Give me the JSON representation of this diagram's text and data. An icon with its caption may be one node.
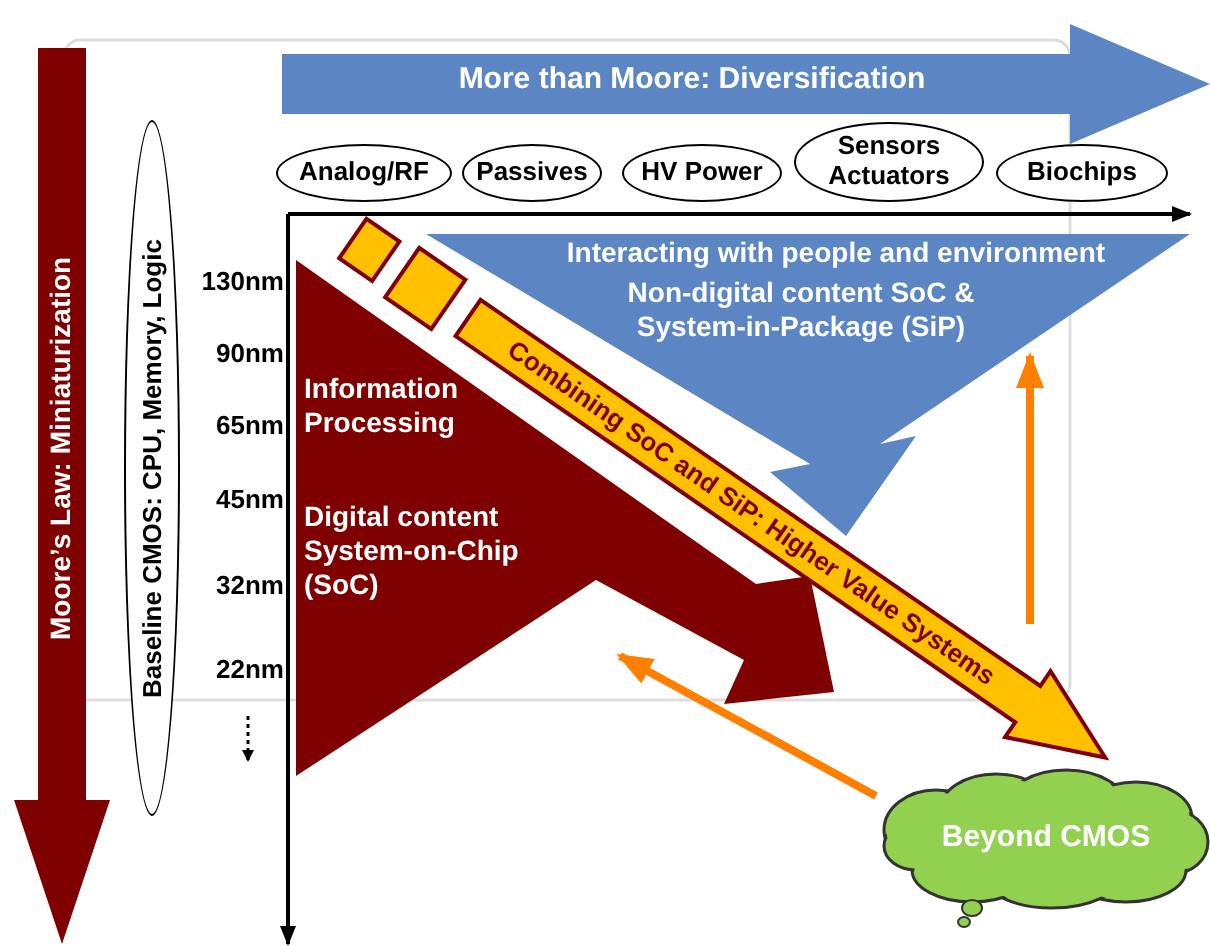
{
  "diagram": {
    "nodes": [
      {
        "text": [
          "More than Moore:  Diversification"
        ]
      },
      {
        "text": [
          "Analog/RF"
        ]
      },
      {
        "text": [
          "Passives"
        ]
      },
      {
        "text": [
          "HV Power"
        ]
      },
      {
        "text": [
          "Sensors Actuators"
        ]
      },
      {
        "text": [
          "Biochips"
        ]
      },
      {
        "text": [
          "Baseline CMOS:  CPU, Memory, Logic"
        ]
      },
      {
        "text": [
          "Moore’s Law:  Miniaturization"
        ]
      },
      {
        "text": [
          "Interacting with people and environment",
          "Non-digital content SoC & System-in-Package (SiP)"
        ]
      },
      {
        "text": [
          "Information Processing",
          "Digital content System-on-Chip (SoC)"
        ]
      },
      {
        "text": [
          "Combining SoC and SiP:  Higher Value Systems"
        ]
      },
      {
        "text": [
          "Beyond CMOS"
        ]
      }
    ],
    "edges": [
      {
        "from": 11,
        "to": 9,
        "arrow": "to"
      },
      {
        "from": null,
        "to": 8,
        "arrow": "to"
      }
    ],
    "labels": [
      "130nm",
      "90nm",
      "65nm",
      "45nm",
      "32nm",
      "22nm"
    ]
  }
}
